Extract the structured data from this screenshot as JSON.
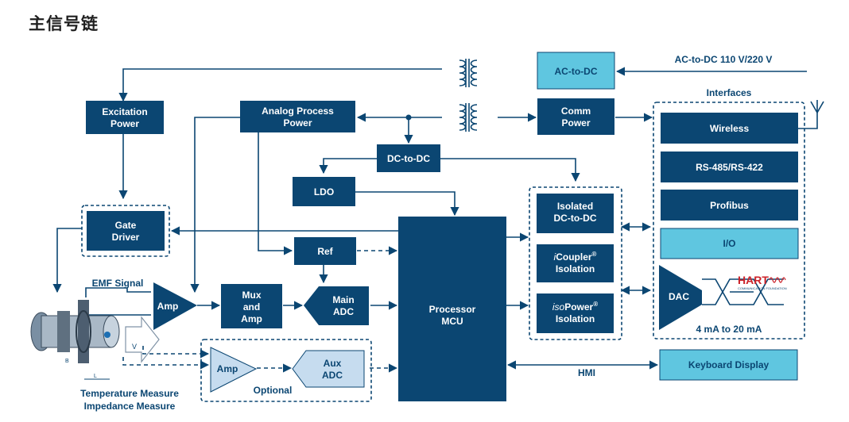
{
  "page": {
    "title": "主信号链"
  },
  "labels": {
    "ac_input": "AC-to-DC 110 V/220 V",
    "ac_dc": "AC-to-DC",
    "interfaces": "Interfaces",
    "excitation_power": [
      "Excitation",
      "Power"
    ],
    "analog_power": [
      "Analog Process",
      "Power"
    ],
    "comm_power": [
      "Comm",
      "Power"
    ],
    "dc_dc": "DC-to-DC",
    "ldo": "LDO",
    "gate_driver": [
      "Gate",
      "Driver"
    ],
    "ref": "Ref",
    "emf_signal": "EMF Signal",
    "amp": "Amp",
    "mux_amp": [
      "Mux",
      "and",
      "Amp"
    ],
    "main_adc": [
      "Main",
      "ADC"
    ],
    "processor": [
      "Processor",
      "MCU"
    ],
    "isolated_dcdc": [
      "Isolated",
      "DC-to-DC"
    ],
    "icoupler": {
      "prefix": "i",
      "name": "Coupler",
      "reg": "®",
      "line2": "Isolation"
    },
    "isopower": {
      "prefix": "iso",
      "name": "Power",
      "reg": "®",
      "line2": "Isolation"
    },
    "wireless": "Wireless",
    "rs485": "RS-485/RS-422",
    "profibus": "Profibus",
    "io": "I/O",
    "dac": "DAC",
    "hart": "HART",
    "hart_sub": "COMMUNICATION FOUNDATION",
    "current_range": "4 mA to 20 mA",
    "keyboard_display": "Keyboard Display",
    "hmi": "HMI",
    "amp_opt": "Amp",
    "aux_adc": [
      "Aux",
      "ADC"
    ],
    "optional": "Optional",
    "temp_measure": "Temperature Measure",
    "impedance_measure": "Impedance Measure",
    "sensor_v": "V",
    "sensor_b": "B",
    "sensor_l": "L"
  },
  "colors": {
    "dark_blue": "#0b4672",
    "light_blue": "#5fc6e0",
    "pale_blue": "#c6dcef",
    "hart_red": "#cc2229"
  },
  "icons": {
    "transformer": "transformer-icon",
    "antenna": "antenna-icon",
    "flow_sensor": "flow-sensor-illustration",
    "hart_logo": "hart-logo"
  }
}
